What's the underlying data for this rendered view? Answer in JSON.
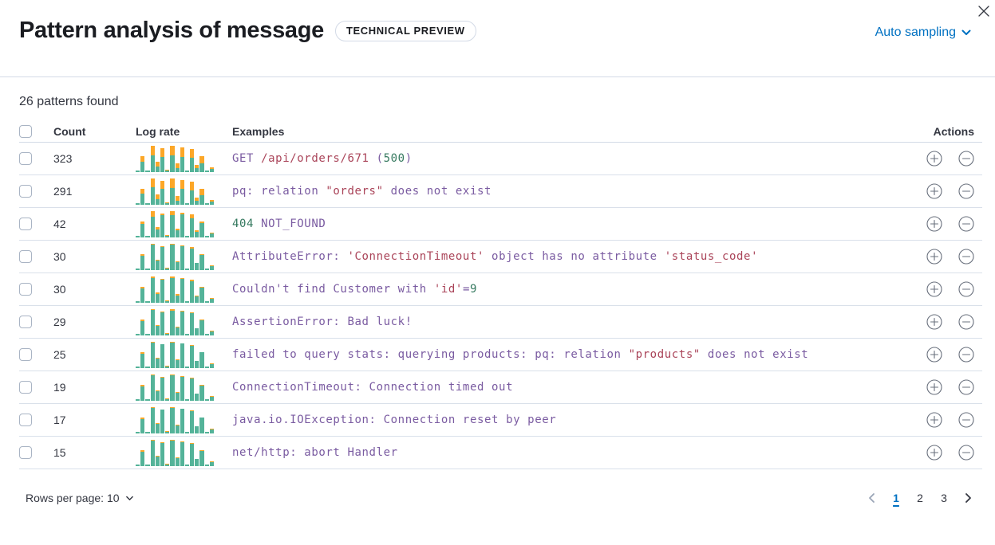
{
  "header": {
    "title": "Pattern analysis of message",
    "badge": "TECHNICAL PREVIEW",
    "sampling_label": "Auto sampling"
  },
  "summary": "26 patterns found",
  "colors": {
    "accent_blue": "#0071C2",
    "border": "#D3DAE6",
    "bar_green": "#54B399",
    "bar_orange": "#FCA728",
    "token_purple": "#7A5BA1",
    "token_rose": "#AA4459",
    "token_green": "#35795F"
  },
  "table": {
    "columns": [
      "Count",
      "Log rate",
      "Examples",
      "Actions"
    ],
    "rows": [
      {
        "count": "323",
        "chart": {
          "type": "bar",
          "bars": [
            [
              5,
              1
            ],
            [
              38,
              20
            ],
            [
              4,
              1
            ],
            [
              62,
              38
            ],
            [
              20,
              18
            ],
            [
              56,
              34
            ],
            [
              5,
              2
            ],
            [
              62,
              38
            ],
            [
              15,
              16
            ],
            [
              57,
              36
            ],
            [
              4,
              2
            ],
            [
              52,
              33
            ],
            [
              13,
              14
            ],
            [
              33,
              27
            ],
            [
              4,
              1
            ],
            [
              11,
              5
            ]
          ]
        },
        "example": [
          {
            "text": "GET ",
            "color": "p"
          },
          {
            "text": "/api/orders/671",
            "color": "r"
          },
          {
            "text": " (",
            "color": "p"
          },
          {
            "text": "500",
            "color": "g"
          },
          {
            "text": ")",
            "color": "p"
          }
        ]
      },
      {
        "count": "291",
        "chart": {
          "type": "bar",
          "bars": [
            [
              5,
              1
            ],
            [
              40,
              18
            ],
            [
              4,
              1
            ],
            [
              64,
              36
            ],
            [
              20,
              18
            ],
            [
              60,
              30
            ],
            [
              5,
              2
            ],
            [
              62,
              38
            ],
            [
              15,
              16
            ],
            [
              58,
              35
            ],
            [
              4,
              2
            ],
            [
              54,
              31
            ],
            [
              13,
              14
            ],
            [
              36,
              24
            ],
            [
              4,
              1
            ],
            [
              12,
              4
            ]
          ]
        },
        "example": [
          {
            "text": "pq: relation ",
            "color": "p"
          },
          {
            "text": "\"orders\"",
            "color": "r"
          },
          {
            "text": " does not exist",
            "color": "p"
          }
        ]
      },
      {
        "count": "42",
        "chart": {
          "type": "bar",
          "bars": [
            [
              6,
              0
            ],
            [
              50,
              8
            ],
            [
              5,
              0
            ],
            [
              78,
              22
            ],
            [
              30,
              8
            ],
            [
              82,
              8
            ],
            [
              6,
              1
            ],
            [
              84,
              16
            ],
            [
              25,
              6
            ],
            [
              87,
              6
            ],
            [
              5,
              1
            ],
            [
              71,
              14
            ],
            [
              21,
              6
            ],
            [
              52,
              8
            ],
            [
              4,
              0
            ],
            [
              13,
              3
            ]
          ]
        },
        "example": [
          {
            "text": "404",
            "color": "g"
          },
          {
            "text": " NOT_FOUND",
            "color": "p"
          }
        ]
      },
      {
        "count": "30",
        "chart": {
          "type": "bar",
          "bars": [
            [
              6,
              0
            ],
            [
              54,
              4
            ],
            [
              5,
              0
            ],
            [
              94,
              6
            ],
            [
              34,
              4
            ],
            [
              86,
              4
            ],
            [
              6,
              1
            ],
            [
              94,
              6
            ],
            [
              28,
              3
            ],
            [
              89,
              4
            ],
            [
              5,
              1
            ],
            [
              81,
              4
            ],
            [
              25,
              2
            ],
            [
              56,
              4
            ],
            [
              5,
              0
            ],
            [
              14,
              2
            ]
          ]
        },
        "example": [
          {
            "text": "AttributeError: ",
            "color": "p"
          },
          {
            "text": "'ConnectionTimeout'",
            "color": "r"
          },
          {
            "text": " object has no attribute ",
            "color": "p"
          },
          {
            "text": "'status_code'",
            "color": "r"
          }
        ]
      },
      {
        "count": "30",
        "chart": {
          "type": "bar",
          "bars": [
            [
              6,
              0
            ],
            [
              52,
              6
            ],
            [
              5,
              0
            ],
            [
              92,
              8
            ],
            [
              33,
              5
            ],
            [
              87,
              3
            ],
            [
              6,
              1
            ],
            [
              93,
              7
            ],
            [
              27,
              4
            ],
            [
              90,
              3
            ],
            [
              5,
              1
            ],
            [
              80,
              5
            ],
            [
              24,
              3
            ],
            [
              57,
              3
            ],
            [
              5,
              0
            ],
            [
              14,
              2
            ]
          ]
        },
        "example": [
          {
            "text": "Couldn't find Customer with ",
            "color": "p"
          },
          {
            "text": "'id'",
            "color": "r"
          },
          {
            "text": "=",
            "color": "p"
          },
          {
            "text": "9",
            "color": "g"
          }
        ]
      },
      {
        "count": "29",
        "chart": {
          "type": "bar",
          "bars": [
            [
              6,
              0
            ],
            [
              53,
              5
            ],
            [
              5,
              0
            ],
            [
              95,
              5
            ],
            [
              34,
              4
            ],
            [
              86,
              4
            ],
            [
              6,
              1
            ],
            [
              92,
              8
            ],
            [
              28,
              3
            ],
            [
              90,
              3
            ],
            [
              5,
              1
            ],
            [
              82,
              3
            ],
            [
              25,
              2
            ],
            [
              57,
              3
            ],
            [
              5,
              0
            ],
            [
              14,
              2
            ]
          ]
        },
        "example": [
          {
            "text": "AssertionError: Bad luck!",
            "color": "p"
          }
        ]
      },
      {
        "count": "25",
        "chart": {
          "type": "bar",
          "bars": [
            [
              6,
              0
            ],
            [
              54,
              4
            ],
            [
              5,
              0
            ],
            [
              96,
              4
            ],
            [
              34,
              4
            ],
            [
              88,
              2
            ],
            [
              6,
              1
            ],
            [
              95,
              5
            ],
            [
              28,
              3
            ],
            [
              91,
              2
            ],
            [
              5,
              1
            ],
            [
              83,
              2
            ],
            [
              25,
              2
            ],
            [
              58,
              2
            ],
            [
              5,
              0
            ],
            [
              14,
              2
            ]
          ]
        },
        "example": [
          {
            "text": "failed to query stats: querying products: pq: relation ",
            "color": "p"
          },
          {
            "text": "\"products\"",
            "color": "r"
          },
          {
            "text": " does not exist",
            "color": "p"
          }
        ]
      },
      {
        "count": "19",
        "chart": {
          "type": "bar",
          "bars": [
            [
              6,
              0
            ],
            [
              53,
              5
            ],
            [
              5,
              0
            ],
            [
              95,
              5
            ],
            [
              34,
              3
            ],
            [
              87,
              3
            ],
            [
              6,
              1
            ],
            [
              96,
              4
            ],
            [
              28,
              3
            ],
            [
              90,
              3
            ],
            [
              5,
              1
            ],
            [
              82,
              3
            ],
            [
              25,
              2
            ],
            [
              57,
              3
            ],
            [
              5,
              0
            ],
            [
              14,
              2
            ]
          ]
        },
        "example": [
          {
            "text": "ConnectionTimeout: Connection timed out",
            "color": "p"
          }
        ]
      },
      {
        "count": "17",
        "chart": {
          "type": "bar",
          "bars": [
            [
              6,
              0
            ],
            [
              54,
              4
            ],
            [
              5,
              0
            ],
            [
              94,
              6
            ],
            [
              34,
              3
            ],
            [
              88,
              2
            ],
            [
              6,
              1
            ],
            [
              95,
              5
            ],
            [
              28,
              3
            ],
            [
              91,
              2
            ],
            [
              5,
              1
            ],
            [
              83,
              3
            ],
            [
              25,
              2
            ],
            [
              58,
              2
            ],
            [
              5,
              0
            ],
            [
              14,
              2
            ]
          ]
        },
        "example": [
          {
            "text": "java.io.IOException: Connection reset by peer",
            "color": "p"
          }
        ]
      },
      {
        "count": "15",
        "chart": {
          "type": "bar",
          "bars": [
            [
              6,
              0
            ],
            [
              53,
              5
            ],
            [
              5,
              0
            ],
            [
              95,
              5
            ],
            [
              34,
              3
            ],
            [
              87,
              3
            ],
            [
              6,
              1
            ],
            [
              96,
              4
            ],
            [
              28,
              3
            ],
            [
              90,
              3
            ],
            [
              5,
              1
            ],
            [
              82,
              3
            ],
            [
              25,
              2
            ],
            [
              57,
              3
            ],
            [
              5,
              0
            ],
            [
              14,
              2
            ]
          ]
        },
        "example": [
          {
            "text": "net/http: abort Handler",
            "color": "p"
          }
        ]
      }
    ]
  },
  "footer": {
    "rows_per_page_label": "Rows per page: 10",
    "pagination": {
      "pages": [
        "1",
        "2",
        "3"
      ],
      "active": "1"
    }
  }
}
